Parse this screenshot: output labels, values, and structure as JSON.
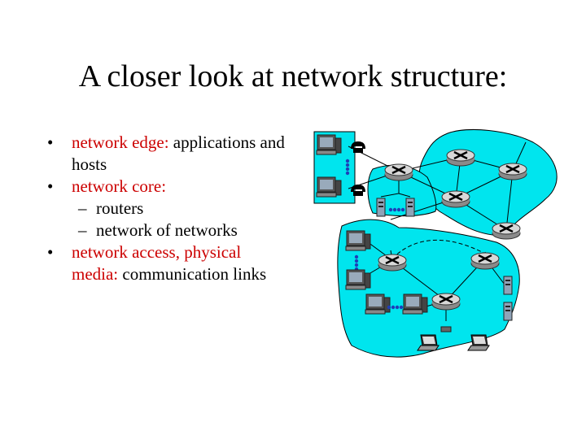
{
  "slide": {
    "title": "A closer look at network structure:",
    "bullets": [
      {
        "highlight": "network edge:",
        "text": " applications and hosts"
      },
      {
        "highlight": "network core:",
        "text": ""
      },
      {
        "highlight": "network access, physical media:",
        "text": " communication links"
      }
    ],
    "sub_bullets": [
      "routers",
      "network of networks"
    ],
    "bullet_symbol": "•",
    "dash_symbol": "–"
  },
  "colors": {
    "highlight": "#cc0000",
    "network_cloud": "#00e5ee",
    "router": "#b0b0b0"
  },
  "diagram": {
    "icons": [
      "desktop-computer-icon",
      "telephone-icon",
      "server-tower-icon",
      "router-icon",
      "laptop-icon",
      "modem-icon",
      "wireless-base-station-icon"
    ]
  }
}
